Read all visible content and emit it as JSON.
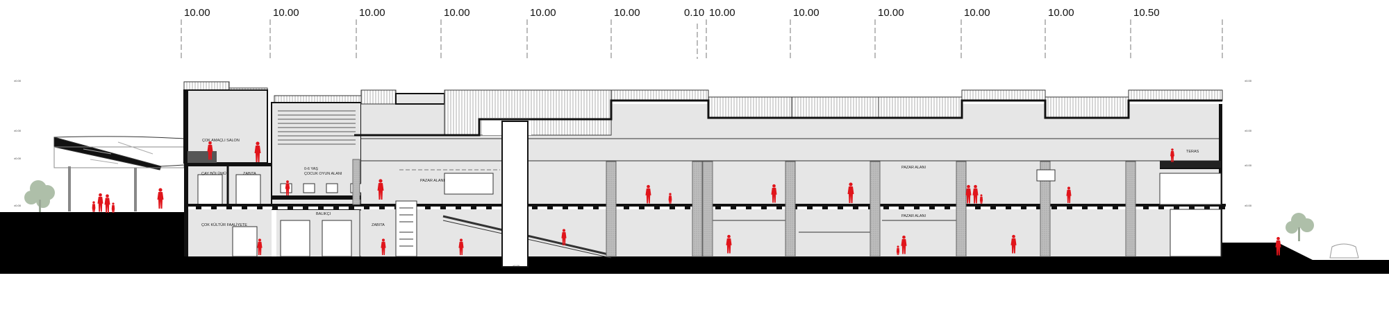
{
  "dimensions": [
    "10.00",
    "10.00",
    "10.00",
    "10.00",
    "10.00",
    "10.00",
    "0.10",
    "10.00",
    "10.00",
    "10.00",
    "10.00",
    "10.00",
    "10.50"
  ],
  "rooms": {
    "multipurpose_hall": "ÇOK AMAÇLI SALON",
    "tea_section": "ÇAY BÖLÜMÜ",
    "police_upper": "ZABITA",
    "playground_line1": "0-6 YAŞ",
    "playground_line2": "ÇOCUK OYUN ALANI",
    "market_upper_left": "PAZAR ALANI",
    "cultural_activity": "ÇOK KÜLTÜR FAALİYETE",
    "fishmonger": "BALIKÇI",
    "police_lower": "ZABITA",
    "market_upper_mid": "PAZAR ALANI",
    "market_lower_mid": "PAZAR ALANI",
    "terrace": "TERAS"
  },
  "level_mark": "±0.00",
  "colors": {
    "people": "#e0151b",
    "fill": "#e6e6e6",
    "tree": "#aebfa9"
  }
}
